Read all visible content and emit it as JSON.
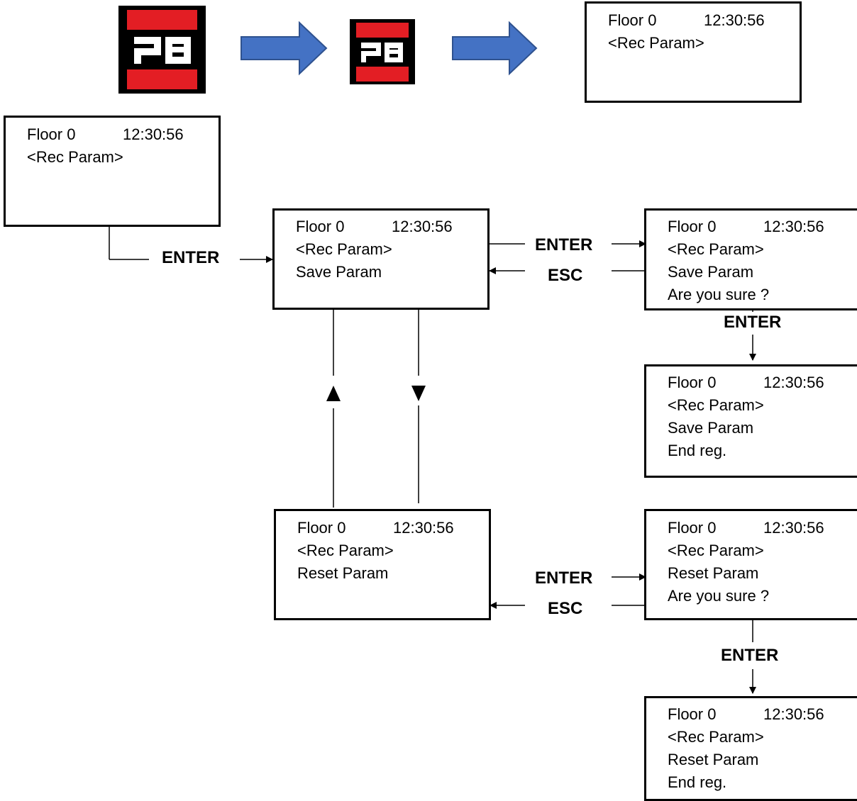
{
  "screens": [
    {
      "id": "top",
      "floor": "Floor 0",
      "time": "12:30:56",
      "lines": [
        "<Rec Param>"
      ]
    },
    {
      "id": "left",
      "floor": "Floor 0",
      "time": "12:30:56",
      "lines": [
        "<Rec Param>"
      ]
    },
    {
      "id": "save",
      "floor": "Floor 0",
      "time": "12:30:56",
      "lines": [
        "<Rec Param>",
        "Save Param"
      ]
    },
    {
      "id": "save-confirm",
      "floor": "Floor 0",
      "time": "12:30:56",
      "lines": [
        "<Rec Param>",
        "Save Param",
        "Are you sure ?"
      ]
    },
    {
      "id": "save-end",
      "floor": "Floor 0",
      "time": "12:30:56",
      "lines": [
        "<Rec Param>",
        "Save Param",
        "End reg."
      ]
    },
    {
      "id": "reset",
      "floor": "Floor 0",
      "time": "12:30:56",
      "lines": [
        "<Rec Param>",
        "Reset Param"
      ]
    },
    {
      "id": "reset-confirm",
      "floor": "Floor 0",
      "time": "12:30:56",
      "lines": [
        "<Rec Param>",
        "Reset Param",
        "Are you sure ?"
      ]
    },
    {
      "id": "reset-end",
      "floor": "Floor 0",
      "time": "12:30:56",
      "lines": [
        "<Rec Param>",
        "Reset Param",
        "End reg."
      ]
    }
  ],
  "labels": {
    "enter": "ENTER",
    "esc": "ESC"
  },
  "logo": {
    "text": "PB",
    "red": "#e31e24",
    "black": "#000000",
    "arrow_color": "#4472c4"
  }
}
